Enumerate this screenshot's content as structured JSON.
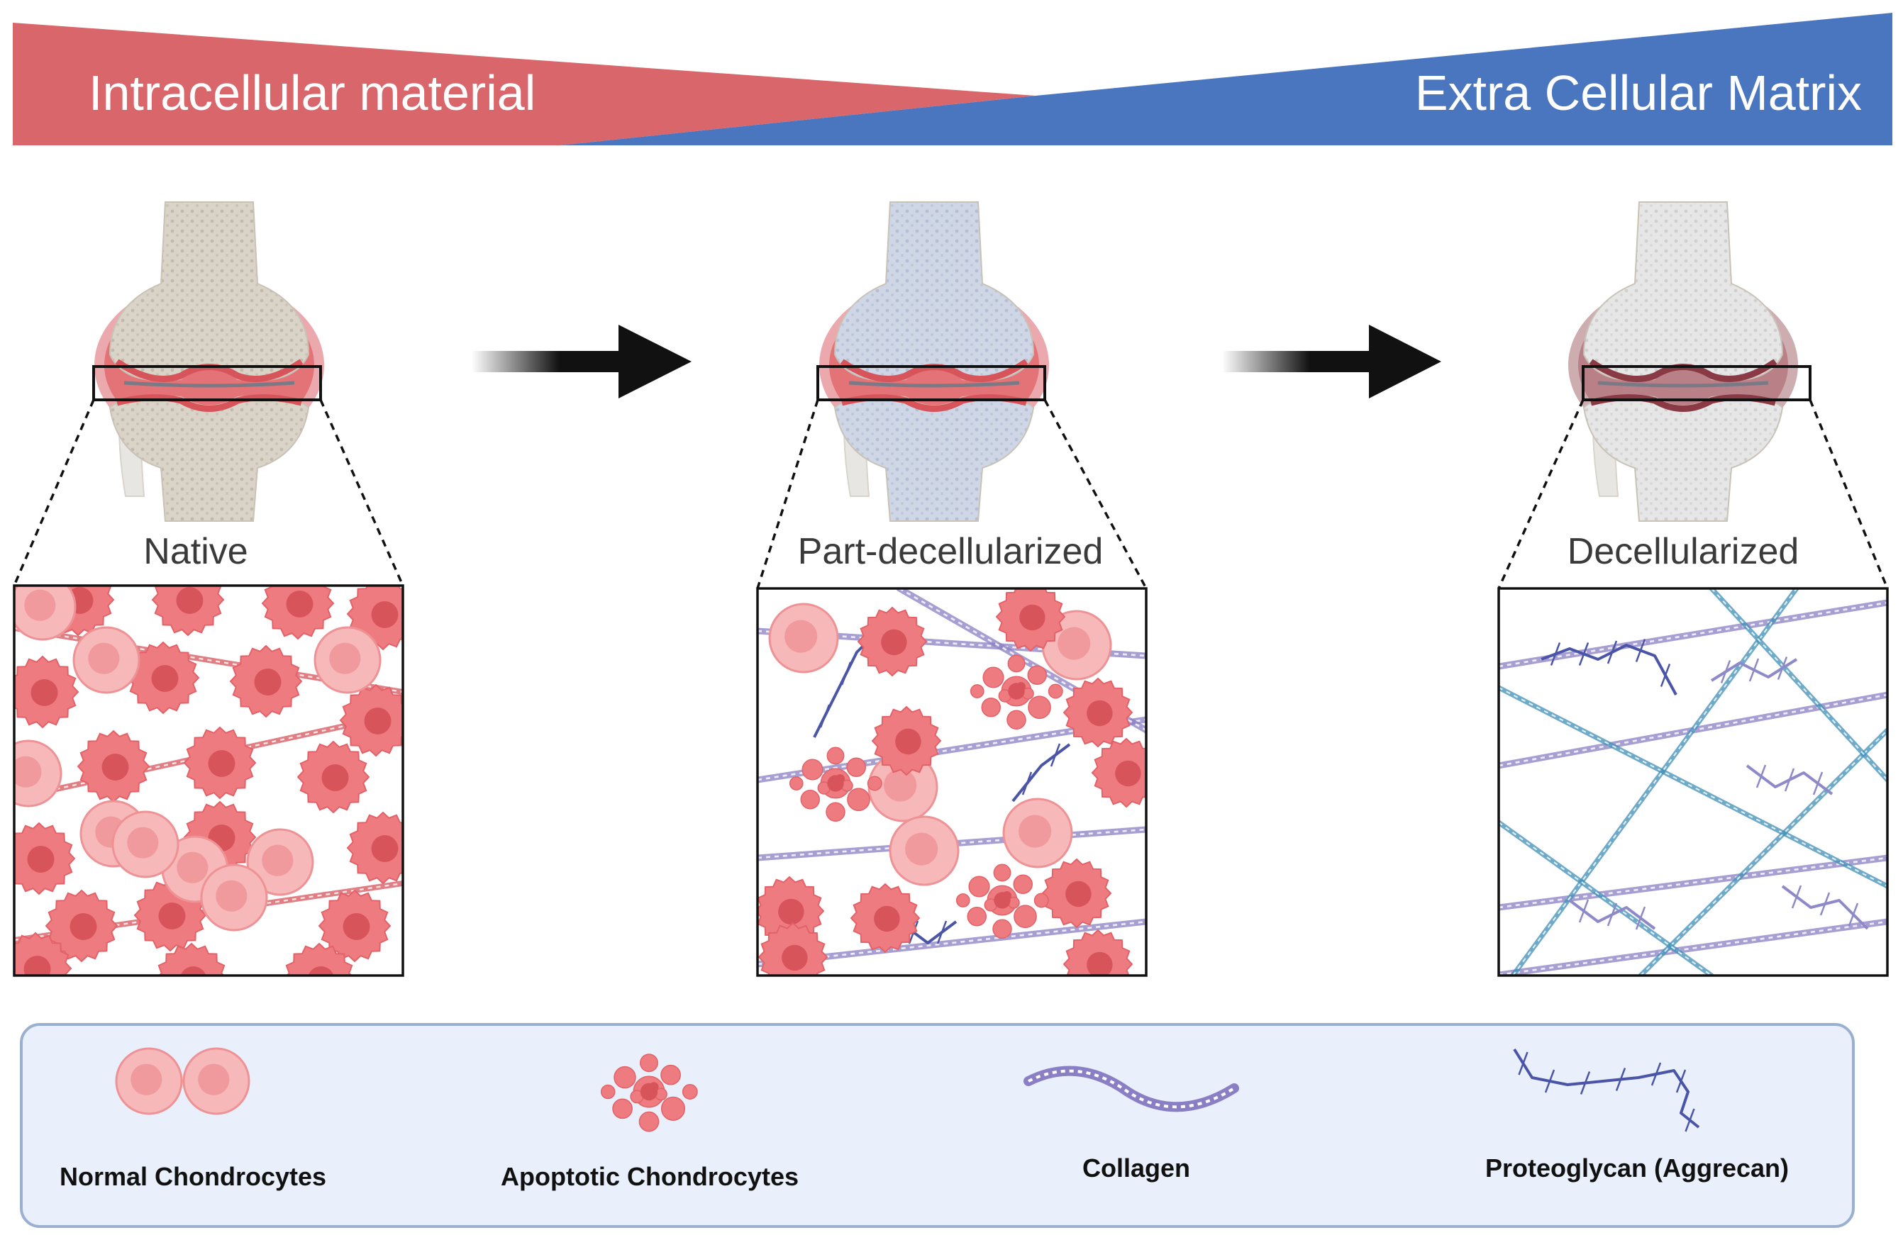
{
  "banner": {
    "left_label": "Intracellular material",
    "right_label": "Extra Cellular Matrix",
    "left_color": "#d9666a",
    "right_color": "#4a76c0"
  },
  "stages": [
    {
      "label": "Native"
    },
    {
      "label": "Part-decellularized"
    },
    {
      "label": "Decellularized"
    }
  ],
  "legend": {
    "items": [
      {
        "label": "Normal Chondrocytes",
        "icon": "normal-chondrocyte-icon"
      },
      {
        "label": "Apoptotic Chondrocytes",
        "icon": "apoptotic-chondrocyte-icon"
      },
      {
        "label": "Collagen",
        "icon": "collagen-icon"
      },
      {
        "label": "Proteoglycan (Aggrecan)",
        "icon": "proteoglycan-icon"
      }
    ]
  },
  "colors": {
    "cell_fill": "#ee7b80",
    "cell_nucleus": "#d8545b",
    "normal_cell_fill": "#f6b8b9",
    "collagen": "#8a7fc4",
    "collagen_teal": "#3f8fb8",
    "proteoglycan": "#4a55a8",
    "legend_bg": "#e9f0fb",
    "legend_border": "#9ab0d0",
    "arrow": "#111111"
  }
}
